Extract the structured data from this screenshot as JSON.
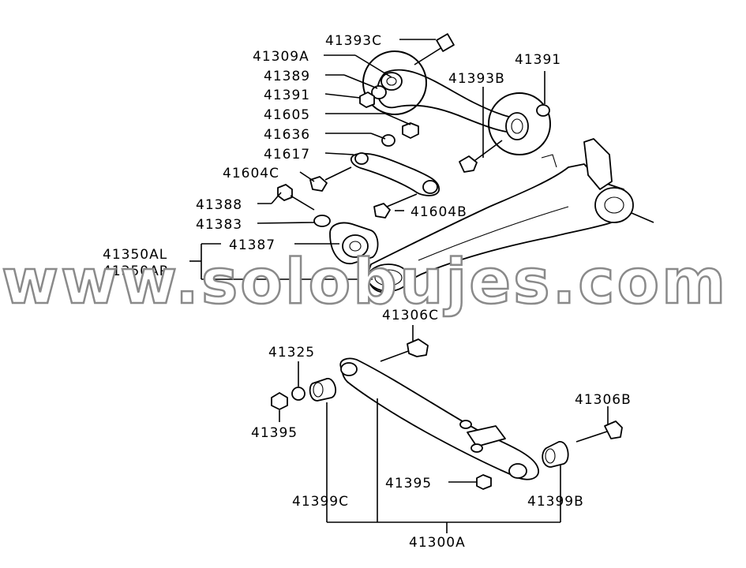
{
  "diagram": {
    "labels": [
      {
        "id": "41393C",
        "text": "41393C"
      },
      {
        "id": "41309A",
        "text": "41309A"
      },
      {
        "id": "41389",
        "text": "41389"
      },
      {
        "id": "41391_left",
        "text": "41391"
      },
      {
        "id": "41605",
        "text": "41605"
      },
      {
        "id": "41636",
        "text": "41636"
      },
      {
        "id": "41617",
        "text": "41617"
      },
      {
        "id": "41604C",
        "text": "41604C"
      },
      {
        "id": "41388",
        "text": "41388"
      },
      {
        "id": "41383",
        "text": "41383"
      },
      {
        "id": "41387",
        "text": "41387"
      },
      {
        "id": "41350AL",
        "text": "41350AL"
      },
      {
        "id": "41350AR",
        "text": "41350AR"
      },
      {
        "id": "41391_right",
        "text": "41391"
      },
      {
        "id": "41393B",
        "text": "41393B"
      },
      {
        "id": "41604B",
        "text": "41604B"
      },
      {
        "id": "41306C",
        "text": "41306C"
      },
      {
        "id": "41325",
        "text": "41325"
      },
      {
        "id": "41395_left",
        "text": "41395"
      },
      {
        "id": "41306B",
        "text": "41306B"
      },
      {
        "id": "41395_bottom",
        "text": "41395"
      },
      {
        "id": "41399C",
        "text": "41399C"
      },
      {
        "id": "41399B",
        "text": "41399B"
      },
      {
        "id": "41300A",
        "text": "41300A"
      }
    ],
    "watermark": "www.solobujes.com"
  }
}
